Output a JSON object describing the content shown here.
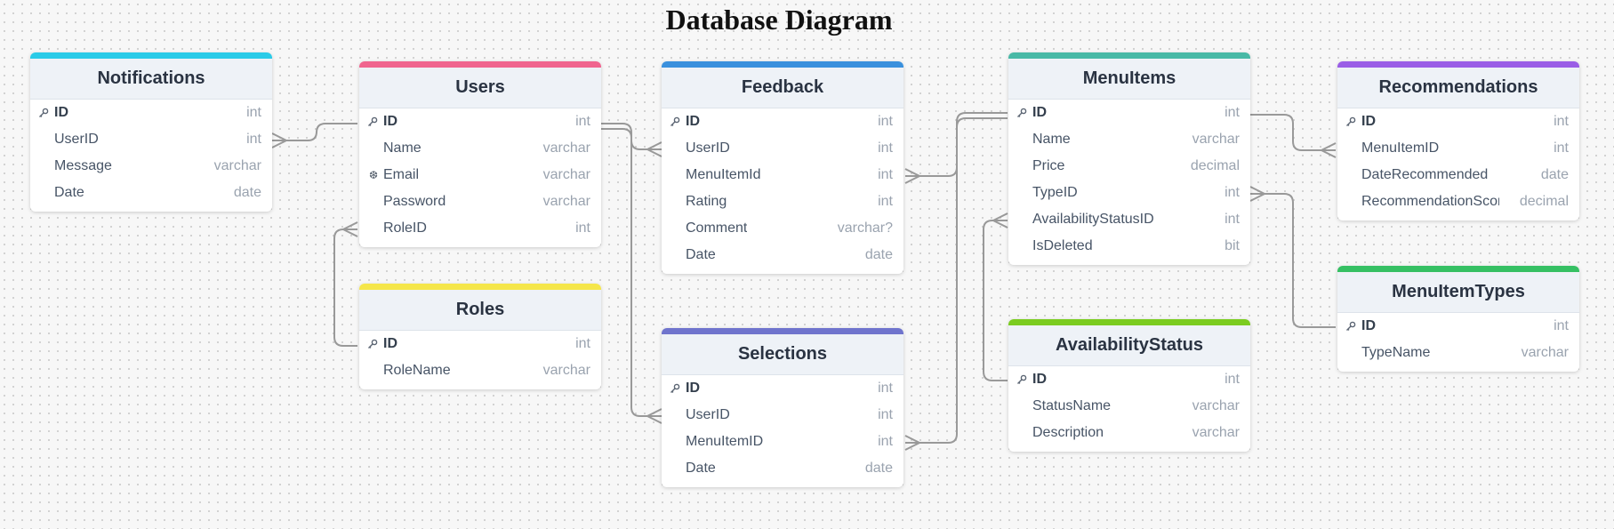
{
  "diagram_title": "Database Diagram",
  "colors": {
    "Notifications": "#2bcbe8",
    "Users": "#f0658f",
    "Feedback": "#3a90dd",
    "MenuItems": "#48b9a6",
    "Recommendations": "#9a5ee6",
    "Roles": "#f5e64a",
    "Selections": "#6f74cd",
    "AvailabilityStatus": "#7bcc20",
    "MenuItemTypes": "#35c063"
  },
  "icons": {
    "primary_key": "key-icon",
    "unique": "snowflake-icon"
  },
  "tables": {
    "Notifications": {
      "name": "Notifications",
      "fields": [
        {
          "name": "ID",
          "type": "int"
        },
        {
          "name": "UserID",
          "type": "int"
        },
        {
          "name": "Message",
          "type": "varchar"
        },
        {
          "name": "Date",
          "type": "date"
        }
      ]
    },
    "Users": {
      "name": "Users",
      "fields": [
        {
          "name": "ID",
          "type": "int"
        },
        {
          "name": "Name",
          "type": "varchar"
        },
        {
          "name": "Email",
          "type": "varchar"
        },
        {
          "name": "Password",
          "type": "varchar"
        },
        {
          "name": "RoleID",
          "type": "int"
        }
      ]
    },
    "Feedback": {
      "name": "Feedback",
      "fields": [
        {
          "name": "ID",
          "type": "int"
        },
        {
          "name": "UserID",
          "type": "int"
        },
        {
          "name": "MenuItemId",
          "type": "int"
        },
        {
          "name": "Rating",
          "type": "int"
        },
        {
          "name": "Comment",
          "type": "varchar?"
        },
        {
          "name": "Date",
          "type": "date"
        }
      ]
    },
    "MenuItems": {
      "name": "MenuItems",
      "fields": [
        {
          "name": "ID",
          "type": "int"
        },
        {
          "name": "Name",
          "type": "varchar"
        },
        {
          "name": "Price",
          "type": "decimal"
        },
        {
          "name": "TypeID",
          "type": "int"
        },
        {
          "name": "AvailabilityStatusID",
          "type": "int"
        },
        {
          "name": "IsDeleted",
          "type": "bit"
        }
      ]
    },
    "Recommendations": {
      "name": "Recommendations",
      "fields": [
        {
          "name": "ID",
          "type": "int"
        },
        {
          "name": "MenuItemID",
          "type": "int"
        },
        {
          "name": "DateRecommended",
          "type": "date"
        },
        {
          "name": "RecommendationScore",
          "type": "decimal"
        }
      ]
    },
    "Roles": {
      "name": "Roles",
      "fields": [
        {
          "name": "ID",
          "type": "int"
        },
        {
          "name": "RoleName",
          "type": "varchar"
        }
      ]
    },
    "Selections": {
      "name": "Selections",
      "fields": [
        {
          "name": "ID",
          "type": "int"
        },
        {
          "name": "UserID",
          "type": "int"
        },
        {
          "name": "MenuItemID",
          "type": "int"
        },
        {
          "name": "Date",
          "type": "date"
        }
      ]
    },
    "AvailabilityStatus": {
      "name": "AvailabilityStatus",
      "fields": [
        {
          "name": "ID",
          "type": "int"
        },
        {
          "name": "StatusName",
          "type": "varchar"
        },
        {
          "name": "Description",
          "type": "varchar"
        }
      ]
    },
    "MenuItemTypes": {
      "name": "MenuItemTypes",
      "fields": [
        {
          "name": "ID",
          "type": "int"
        },
        {
          "name": "TypeName",
          "type": "varchar"
        }
      ]
    }
  }
}
